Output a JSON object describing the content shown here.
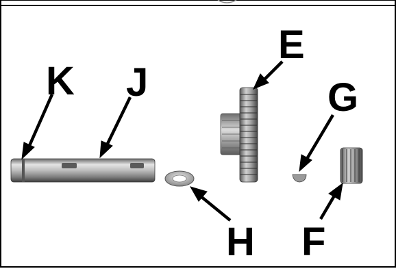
{
  "labels": {
    "K": "K",
    "J": "J",
    "E": "E",
    "G": "G",
    "H": "H",
    "F": "F"
  },
  "colors": {
    "frame": "#000000",
    "background": "#ffffff",
    "metal_light": "#d8d8d8",
    "metal_mid": "#9a9a9a",
    "metal_dark": "#4a4a4a"
  }
}
